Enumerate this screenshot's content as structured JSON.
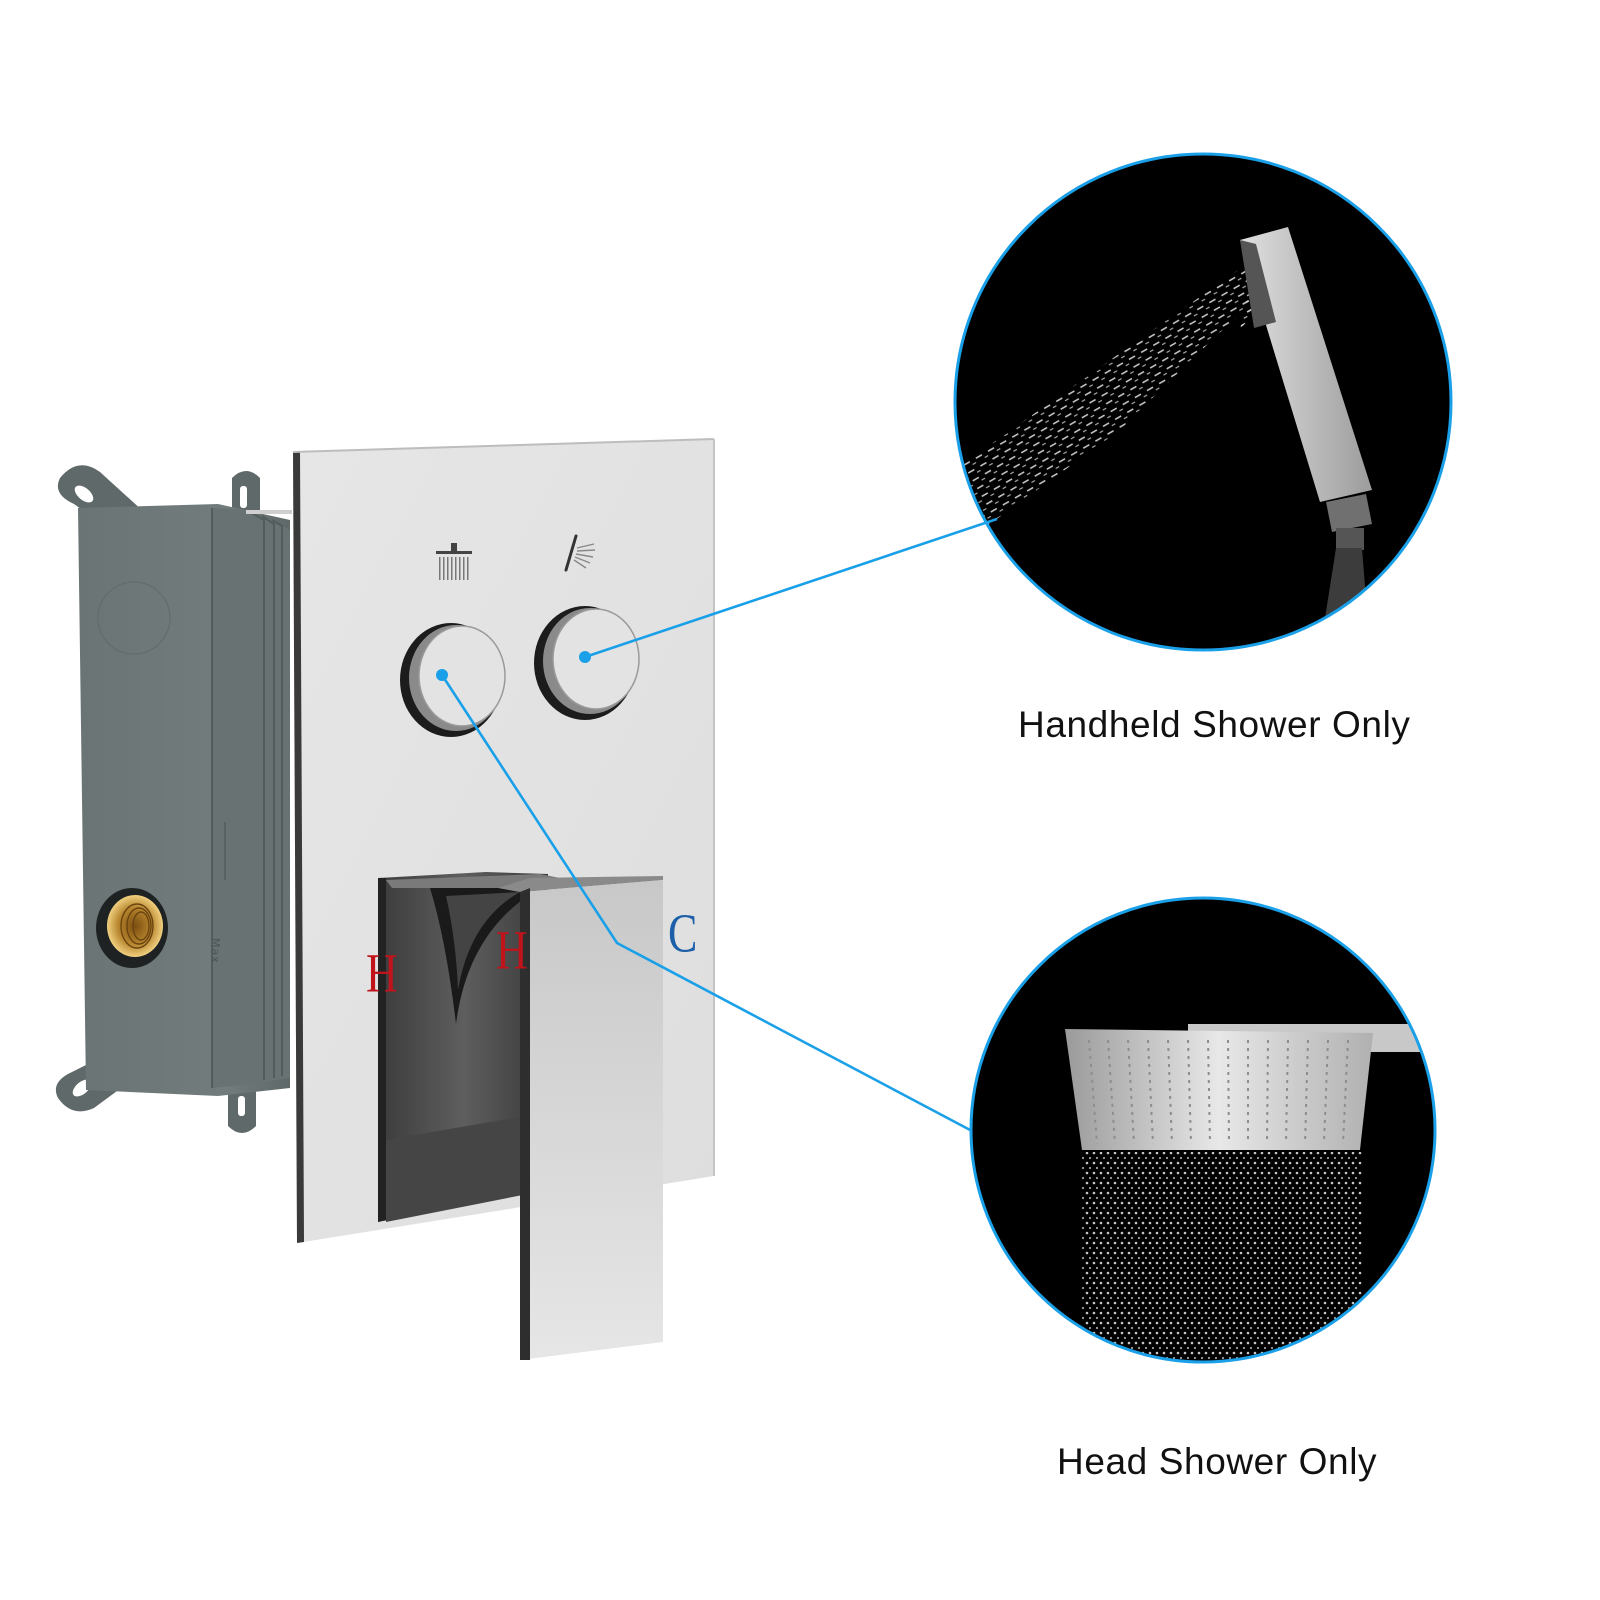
{
  "captions": {
    "handheld": "Handheld Shower Only",
    "head": "Head Shower Only"
  },
  "valve_labels": {
    "hot_left": "H",
    "hot_right": "H",
    "cold": "C"
  },
  "rough_in_box": {
    "marking": "Max"
  },
  "buttons": [
    {
      "icon": "rain-shower-icon",
      "function": "head shower"
    },
    {
      "icon": "handheld-shower-icon",
      "function": "handheld shower"
    }
  ],
  "colors": {
    "accent_line": "#1aa0e8",
    "circle_background": "#000000",
    "trim_plate": "#e2e2e2",
    "rough_in_box": "#6c7676",
    "brass": "#d9b35a",
    "hot_label": "#c0141c",
    "cold_label": "#1b5fa8"
  }
}
